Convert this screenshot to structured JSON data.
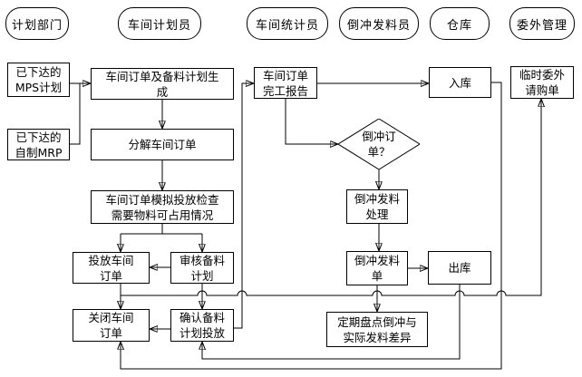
{
  "colors": {
    "line": "#000000",
    "node_bg": "#ffffff",
    "text": "#000000"
  },
  "lanes": [
    {
      "label": "计划部门"
    },
    {
      "label": "车间计划员"
    },
    {
      "label": "车间统计员"
    },
    {
      "label": "倒冲发料员"
    },
    {
      "label": "仓库"
    },
    {
      "label": "委外管理"
    }
  ],
  "nodes": {
    "mps_plan": {
      "label": "已下达的\nMPS计划"
    },
    "self_mrp": {
      "label": "已下达的\n自制MRP"
    },
    "order_gen": {
      "label": "车间订单及备料计划生\n成"
    },
    "decompose": {
      "label": "分解车间订单"
    },
    "simulate": {
      "label": "车间订单模拟投放检查\n需要物料可占用情况"
    },
    "release_order": {
      "label": "投放车间\n订单"
    },
    "review_plan": {
      "label": "审核备料\n计划"
    },
    "close_order": {
      "label": "关闭车间\n订单"
    },
    "confirm_release": {
      "label": "确认备料\n计划投放"
    },
    "completion_report": {
      "label": "车间订单\n完工报告"
    },
    "backflush_decision": {
      "label": "倒冲订\n单？"
    },
    "backflush_process": {
      "label": "倒冲发料\n处理"
    },
    "backflush_slip": {
      "label": "倒冲发料\n单"
    },
    "outbound": {
      "label": "出库"
    },
    "inbound": {
      "label": "入库"
    },
    "outsource_req": {
      "label": "临时委外\n请购单"
    },
    "inventory_check": {
      "label": "定期盘点倒冲与\n实际发料差异"
    }
  }
}
